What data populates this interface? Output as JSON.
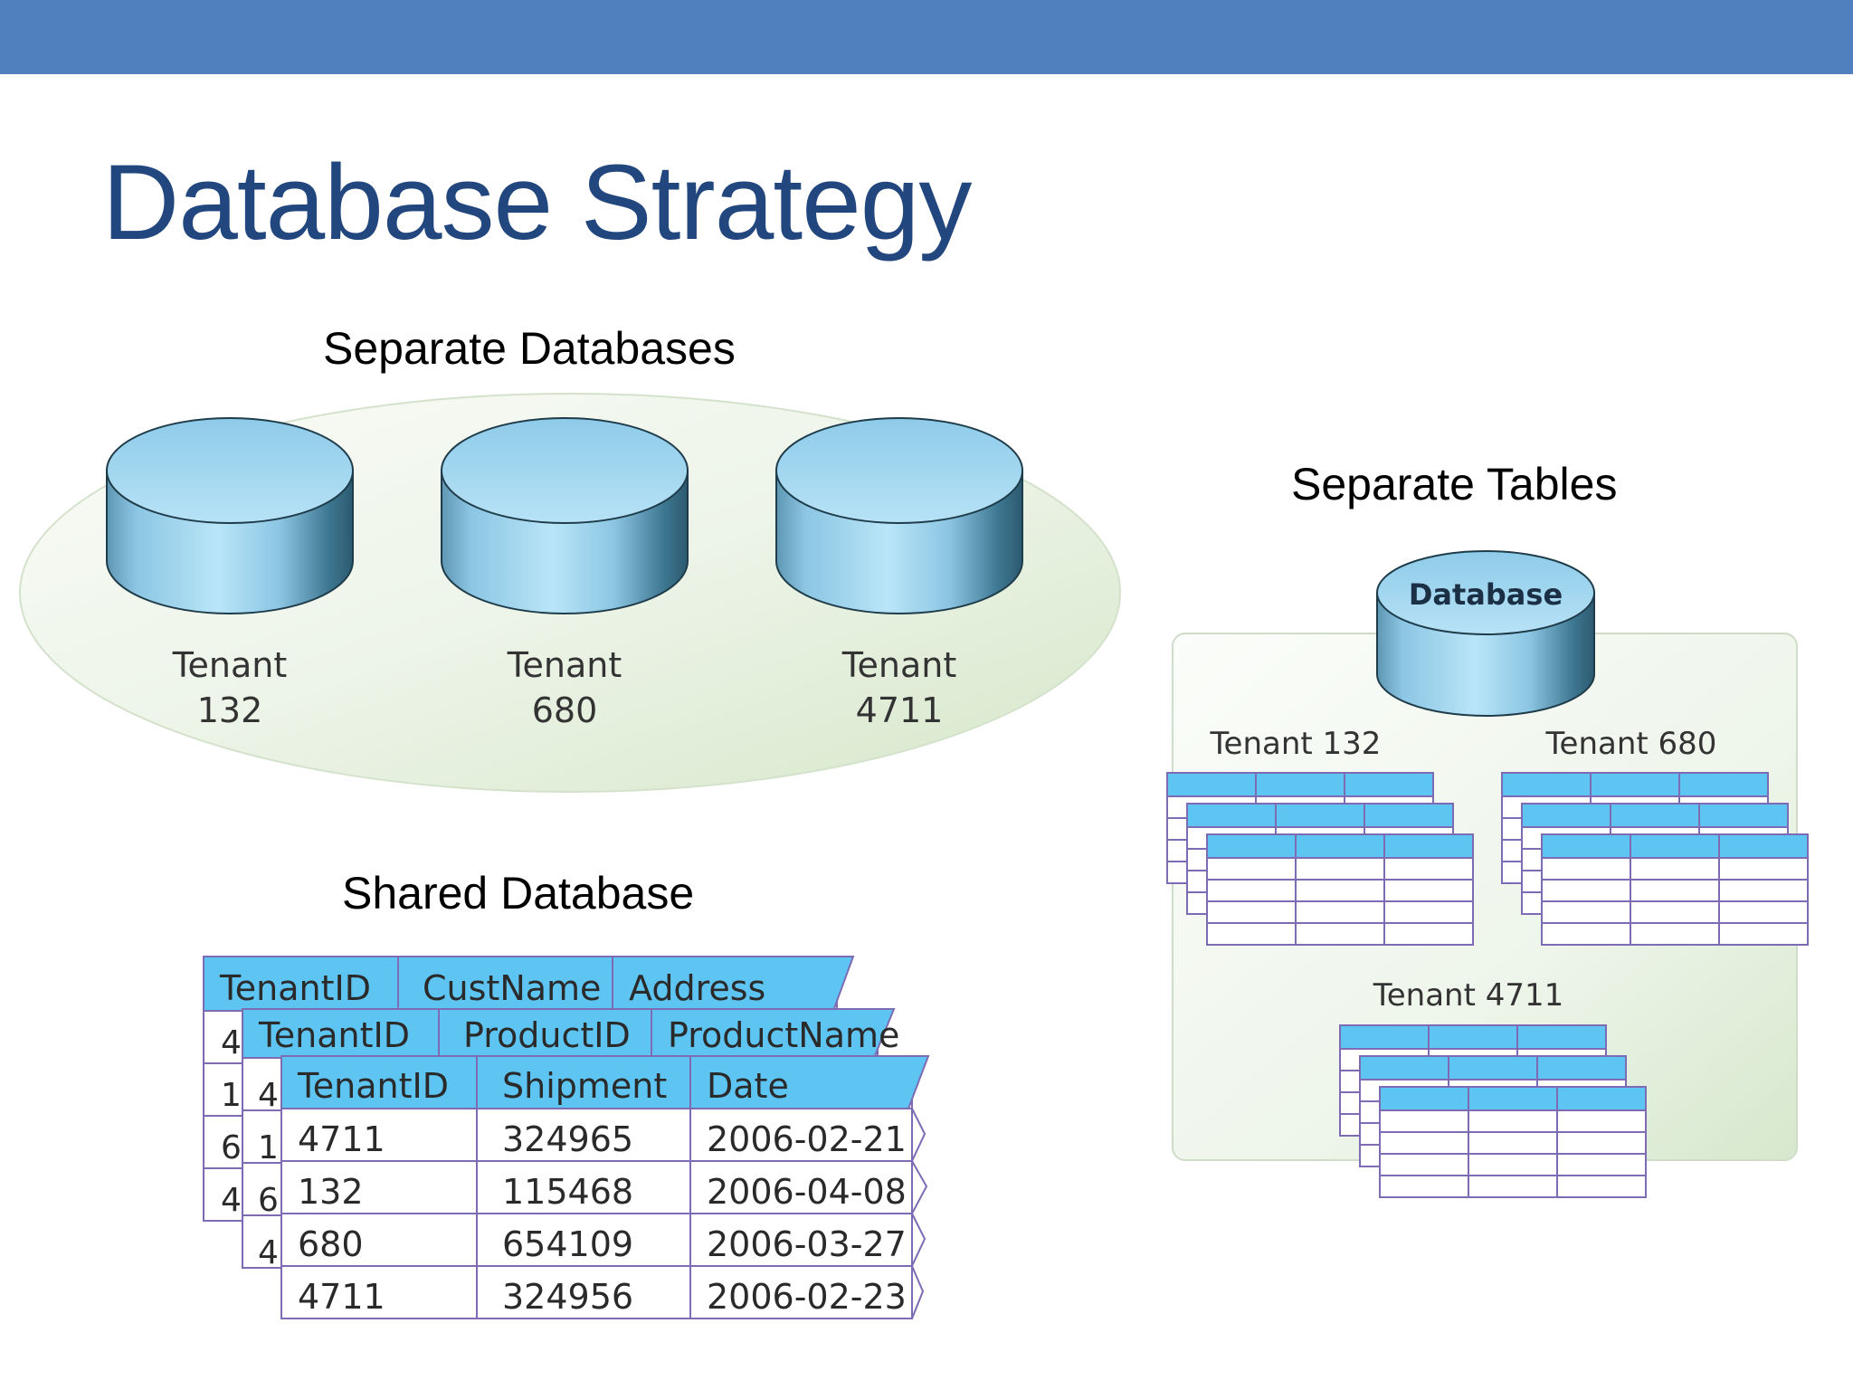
{
  "slide": {
    "title": "Database Strategy",
    "colors": {
      "top_bar": "#5080bd",
      "title": "#22477f",
      "cylinder_face": "#9fd4f0",
      "table_header": "#5ec4f2",
      "table_border": "#7d6bb3",
      "tray": "#dcebd6"
    }
  },
  "separate_databases": {
    "label": "Separate Databases",
    "tenants": [
      {
        "line1": "Tenant",
        "line2": "132"
      },
      {
        "line1": "Tenant",
        "line2": "680"
      },
      {
        "line1": "Tenant",
        "line2": "4711"
      }
    ]
  },
  "separate_tables": {
    "label": "Separate Tables",
    "database_label": "Database",
    "tenant_labels": [
      "Tenant 132",
      "Tenant 680",
      "Tenant 4711"
    ]
  },
  "shared_database": {
    "label": "Shared Database",
    "table1": {
      "headers": [
        "TenantID",
        "CustName",
        "Address"
      ],
      "first_column": [
        "4",
        "1",
        "6",
        "4"
      ]
    },
    "table2": {
      "headers": [
        "TenantID",
        "ProductID",
        "ProductName"
      ],
      "first_column": [
        "4",
        "1",
        "6",
        "4"
      ]
    },
    "table3": {
      "headers": [
        "TenantID",
        "Shipment",
        "Date"
      ],
      "rows": [
        [
          "4711",
          "324965",
          "2006-02-21"
        ],
        [
          "132",
          "115468",
          "2006-04-08"
        ],
        [
          "680",
          "654109",
          "2006-03-27"
        ],
        [
          "4711",
          "324956",
          "2006-02-23"
        ]
      ]
    }
  }
}
